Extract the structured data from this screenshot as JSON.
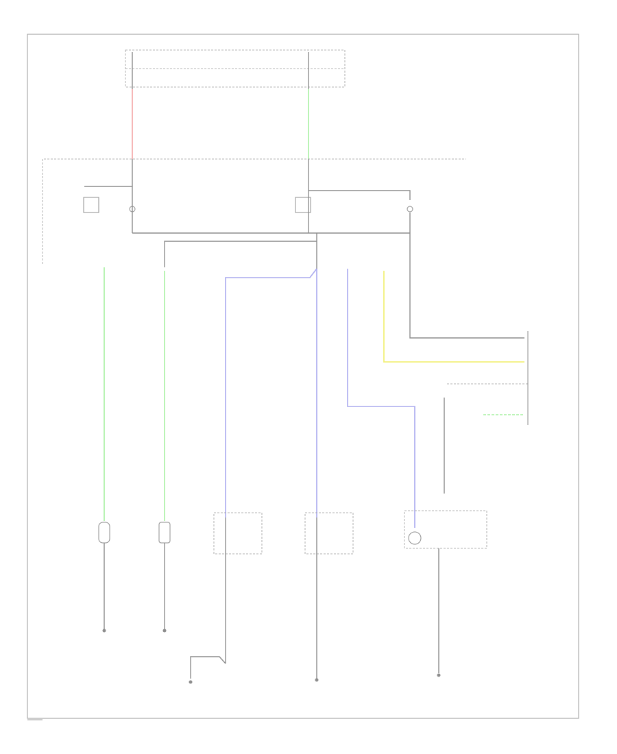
{
  "colors": {
    "wire_red": "#f4a4a4",
    "wire_green": "#a6f0a0",
    "wire_blue": "#a9a9ee",
    "wire_yellow": "#f2f07a",
    "wire_gray": "#8c8c8c",
    "frame": "#9a9a9a"
  },
  "icons": [
    "ground-symbol",
    "switch-symbol",
    "relay-symbol",
    "connector-symbol"
  ]
}
